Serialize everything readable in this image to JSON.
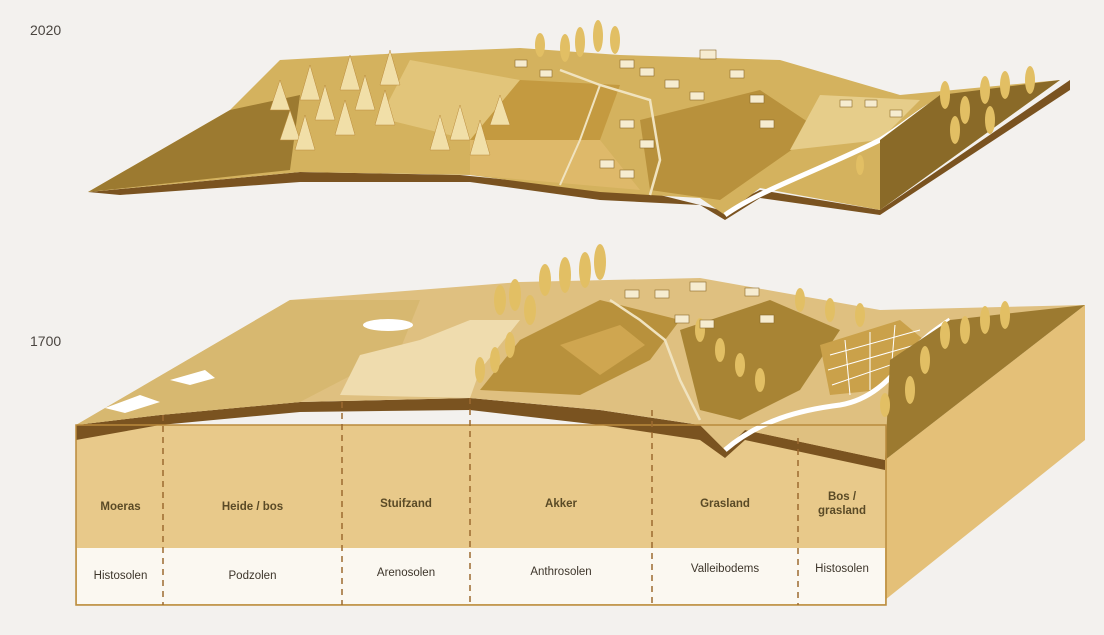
{
  "years": {
    "top": "2020",
    "bottom": "1700"
  },
  "zones": [
    {
      "label": "Moeras",
      "soil": "Histosolen"
    },
    {
      "label": "Heide / bos",
      "soil": "Podzolen"
    },
    {
      "label": "Stuifzand",
      "soil": "Arenosolen"
    },
    {
      "label": "Akker",
      "soil": "Anthrosolen"
    },
    {
      "label": "Grasland",
      "soil": "Valleibodems"
    },
    {
      "label": "Bos /\ngrasland",
      "soil": "Histosolen"
    }
  ],
  "colors": {
    "background": "#f3f1ee",
    "soil_panel": "#e8c98a",
    "soil_dark": "#7a5320",
    "land_light": "#d9b96a",
    "land_mid": "#c9a24a",
    "land_dark": "#9c7a30",
    "tree": "#e7c66f",
    "water": "#ffffff",
    "outline": "#b98a3c"
  }
}
